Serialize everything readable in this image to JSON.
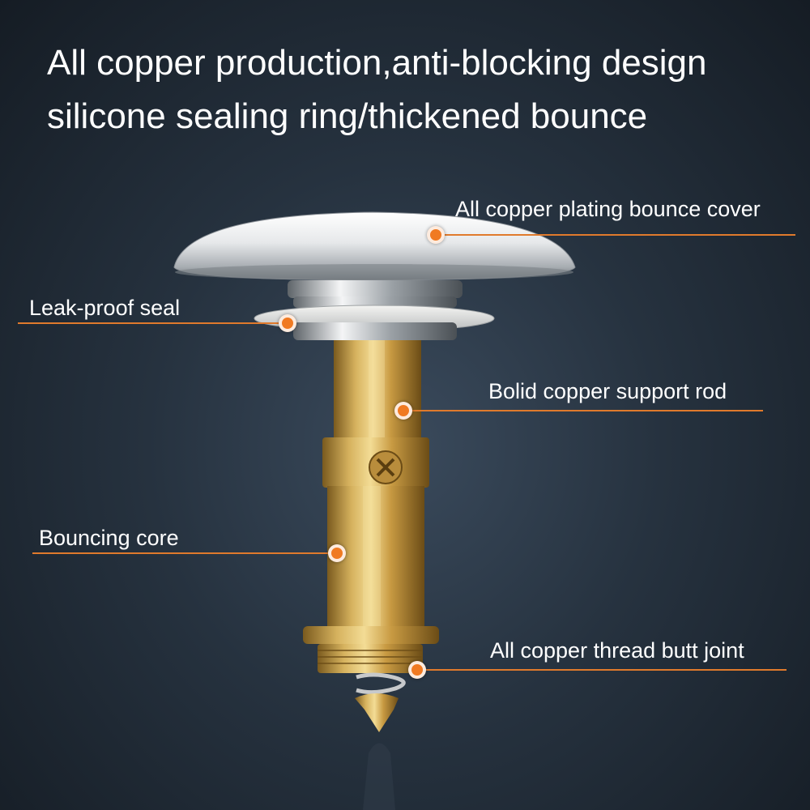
{
  "headline": {
    "line1": "All copper production,anti-blocking design",
    "line2": "silicone sealing ring/thickened bounce"
  },
  "callouts": {
    "cover": "All copper plating bounce cover",
    "seal": "Leak-proof seal",
    "rod": "Bolid copper support rod",
    "core": "Bouncing core",
    "thread": "All copper thread butt joint"
  },
  "colors": {
    "accent": "#e07a2c",
    "background": "#26323f",
    "text": "#ffffff"
  }
}
